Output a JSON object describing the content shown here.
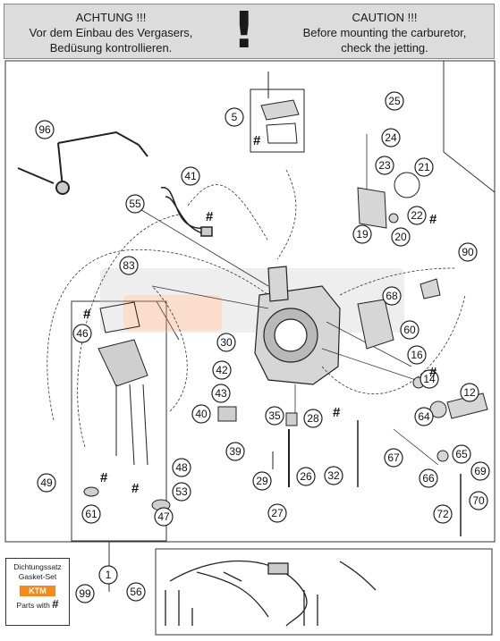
{
  "banner": {
    "left_line1": "ACHTUNG !!!",
    "left_line2": "Vor dem Einbau des Vergasers,",
    "left_line3": "Bedüsung kontrollieren.",
    "exclamation": "!",
    "right_line1": "CAUTION !!!",
    "right_line2": "Before mounting the carburetor,",
    "right_line3": "check the jetting."
  },
  "hash_symbol": "#",
  "gasket_set": {
    "line1": "Dichtungssatz",
    "line2": "Gasket-Set",
    "logo": "KTM",
    "parts_with": "Parts with",
    "hash": "#"
  },
  "callouts": [
    "96",
    "5",
    "25",
    "24",
    "23",
    "21",
    "22",
    "19",
    "20",
    "41",
    "55",
    "90",
    "83",
    "68",
    "46",
    "30",
    "60",
    "16",
    "14",
    "12",
    "42",
    "43",
    "40",
    "39",
    "35",
    "28",
    "64",
    "67",
    "65",
    "69",
    "70",
    "66",
    "72",
    "49",
    "48",
    "53",
    "61",
    "47",
    "29",
    "26",
    "32",
    "27",
    "1",
    "99",
    "56"
  ]
}
